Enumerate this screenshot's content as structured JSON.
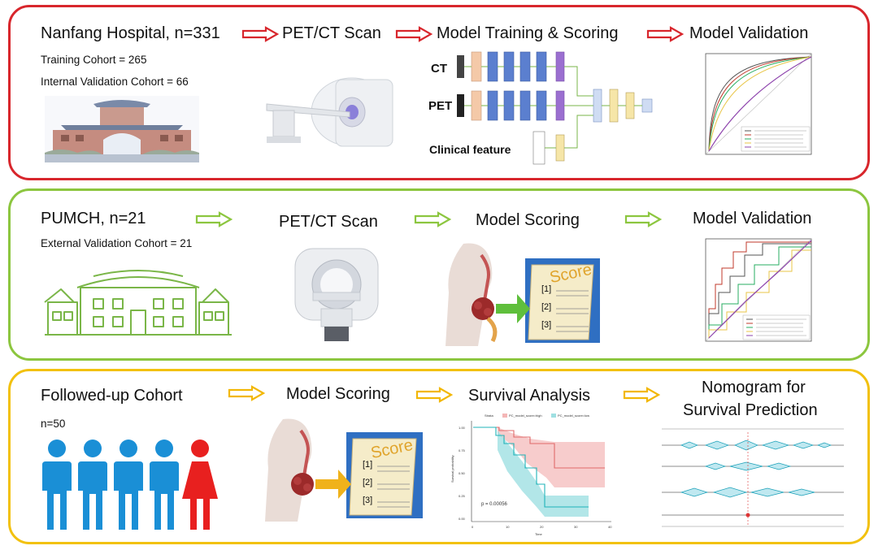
{
  "row1": {
    "title": "Nanfang Hospital, n=331",
    "training": "Training Cohort = 265",
    "internal": "Internal Validation Cohort = 66",
    "step2": "PET/CT Scan",
    "step3": "Model Training & Scoring",
    "step4": "Model Validation",
    "ct_label": "CT",
    "pet_label": "PET",
    "clinical_label": "Clinical feature"
  },
  "row2": {
    "title": "PUMCH, n=21",
    "external": "External Validation Cohort = 21",
    "step2": "PET/CT Scan",
    "step3": "Model Scoring",
    "step4": "Model Validation",
    "score_word": "Score",
    "score_items": [
      "[1]",
      "[2]",
      "[3]"
    ]
  },
  "row3": {
    "title": "Followed-up Cohort",
    "n": "n=50",
    "step2": "Model Scoring",
    "step3": "Survival Analysis",
    "step4_line1": "Nomogram for",
    "step4_line2": "Survival Prediction",
    "score_word": "Score",
    "score_items": [
      "[1]",
      "[2]",
      "[3]"
    ],
    "km": {
      "strata_label": "Strata",
      "legend_high": "PC_model_score=high",
      "legend_low": "PC_model_score=low",
      "ylabel": "Survival probability",
      "xlabel": "Time",
      "pvalue": "p = 0.00056",
      "y_ticks": [
        "1.00",
        "0.75",
        "0.50",
        "0.25",
        "0.00"
      ],
      "x_ticks": [
        "0",
        "10",
        "20",
        "30",
        "40"
      ]
    }
  },
  "colors": {
    "row1_border": "#d8262c",
    "row2_border": "#8cc63f",
    "row3_border": "#f2c10f",
    "person_male": "#1a8fd6",
    "person_female": "#e8201f",
    "km_high": "#f08080",
    "km_low": "#3cbfc4"
  }
}
